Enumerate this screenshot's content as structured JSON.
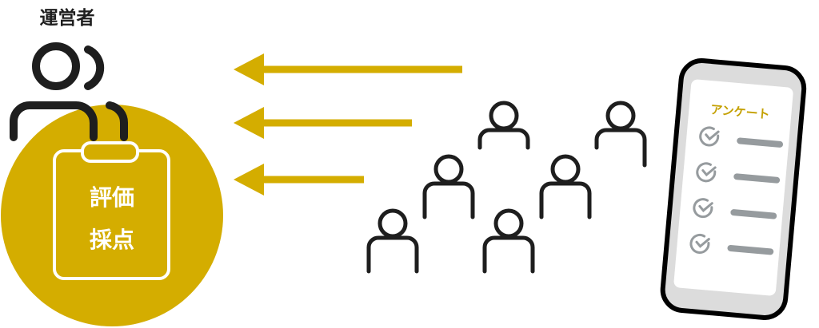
{
  "operator": {
    "label": "運営者"
  },
  "clipboard": {
    "line1": "評価",
    "line2": "採点"
  },
  "phone": {
    "title": "アンケート",
    "items": 4
  },
  "colors": {
    "accent": "#d4ad00",
    "ink": "#1e1e1e",
    "gray": "#969b9e",
    "phone_frame": "#dcdcdc"
  }
}
